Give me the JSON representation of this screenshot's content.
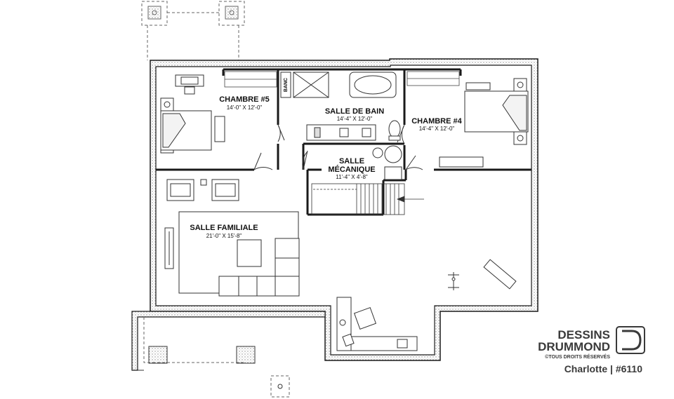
{
  "rooms": {
    "chambre5": {
      "name": "CHAMBRE #5",
      "dims": "14'-0\" X 12'-0\""
    },
    "salle_de_bain": {
      "name": "SALLE DE BAIN",
      "dims": "14'-4\" X 12'-0\""
    },
    "chambre4": {
      "name": "CHAMBRE #4",
      "dims": "14'-4\" X 12'-0\""
    },
    "salle_mecanique": {
      "name_line1": "SALLE",
      "name_line2": "MÉCANIQUE",
      "dims": "11'-4\" X 4'-8\""
    },
    "salle_familiale": {
      "name": "SALLE FAMILIALE",
      "dims": "21'-0\" X 15'-8\""
    }
  },
  "fixtures": {
    "banc": "BANC"
  },
  "brand": {
    "line1": "DESSINS",
    "line2": "DRUMMOND",
    "rights": "©TOUS DROITS RÉSERVÉS",
    "plan_name": "Charlotte | #6110",
    "logo_letter": "D"
  },
  "colors": {
    "wall": "#1a1a1a",
    "hatch": "#9a9a9a",
    "line": "#555555"
  }
}
